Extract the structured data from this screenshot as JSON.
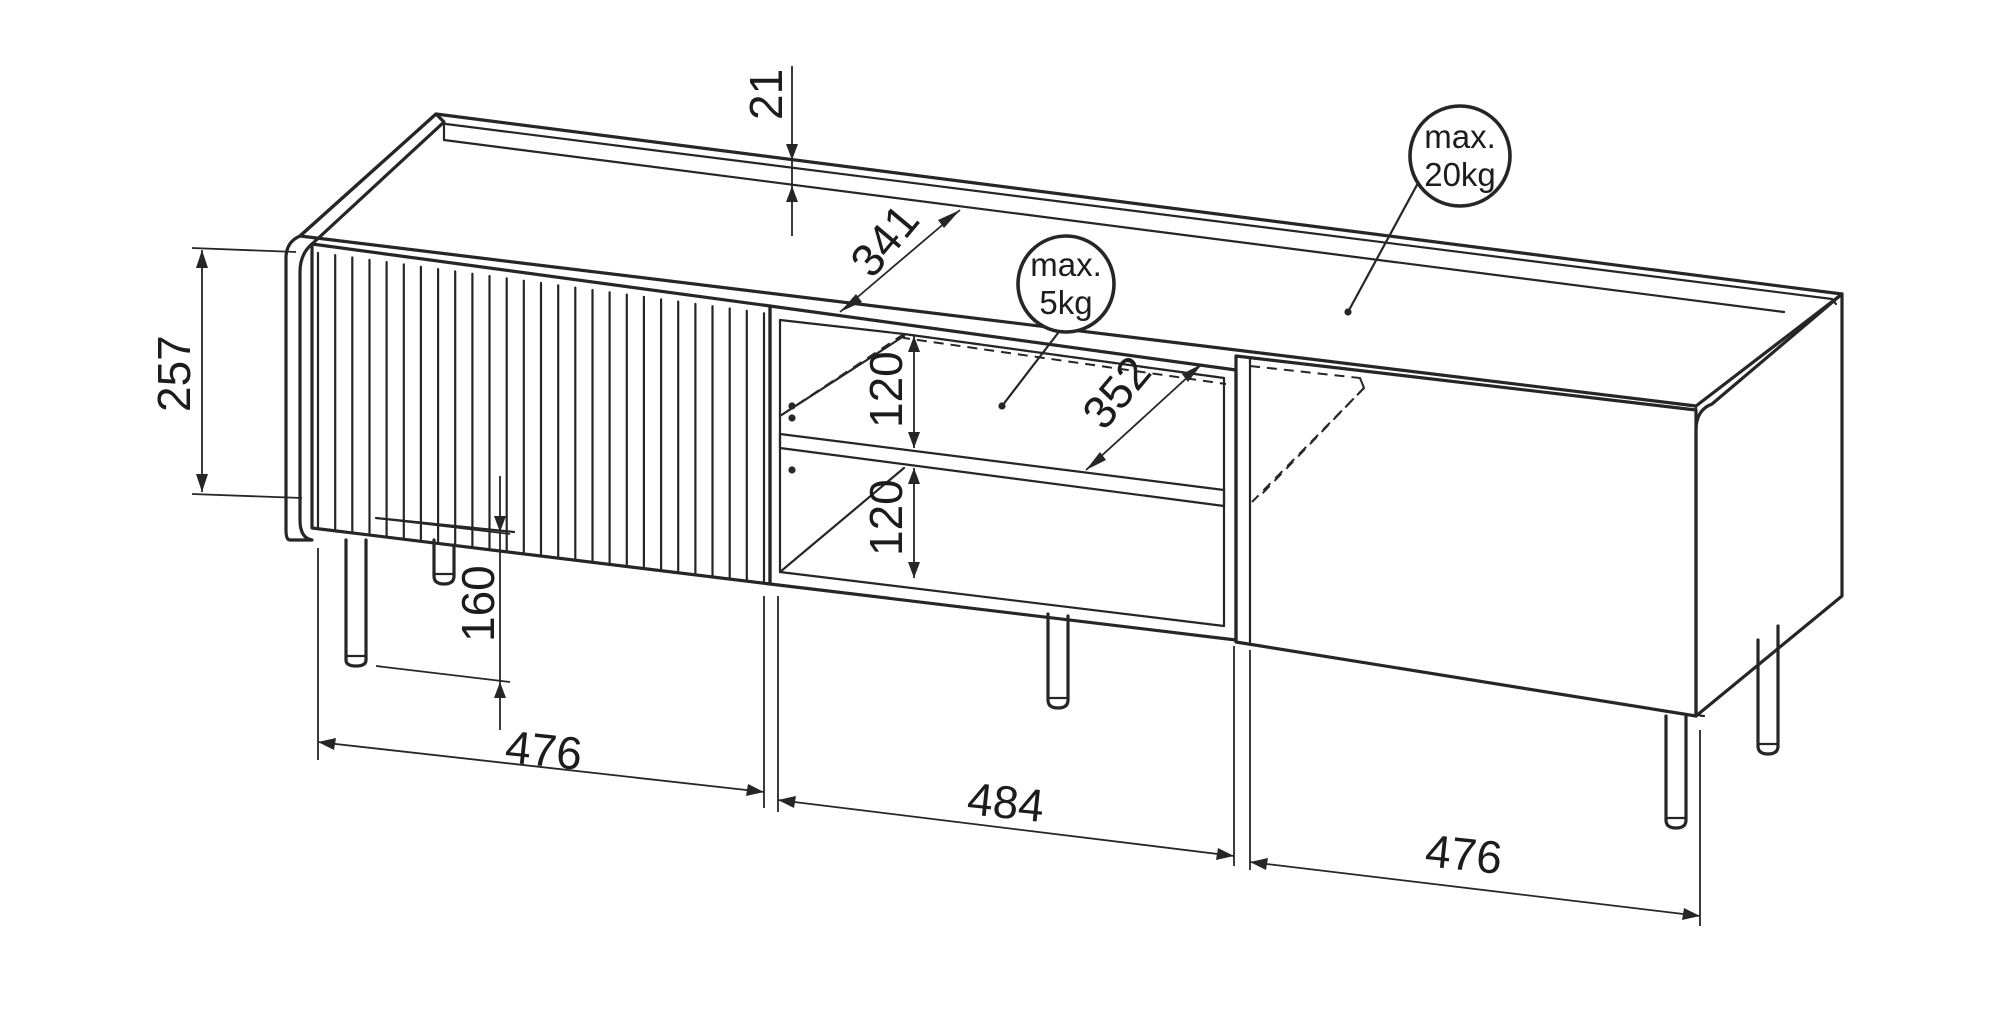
{
  "diagram": {
    "dimensions": {
      "top_thickness": "21",
      "shelf_depth_upper": "341",
      "shelf_depth_lower": "352",
      "height_body": "257",
      "shelf_height_upper": "120",
      "shelf_height_lower": "120",
      "leg_height": "160",
      "width_left": "476",
      "width_middle": "484",
      "width_right": "476"
    },
    "load_badges": {
      "shelf": {
        "line1": "max.",
        "line2": "5kg"
      },
      "top": {
        "line1": "max.",
        "line2": "20kg"
      }
    },
    "colors": {
      "stroke": "#262626",
      "background": "#ffffff"
    }
  }
}
